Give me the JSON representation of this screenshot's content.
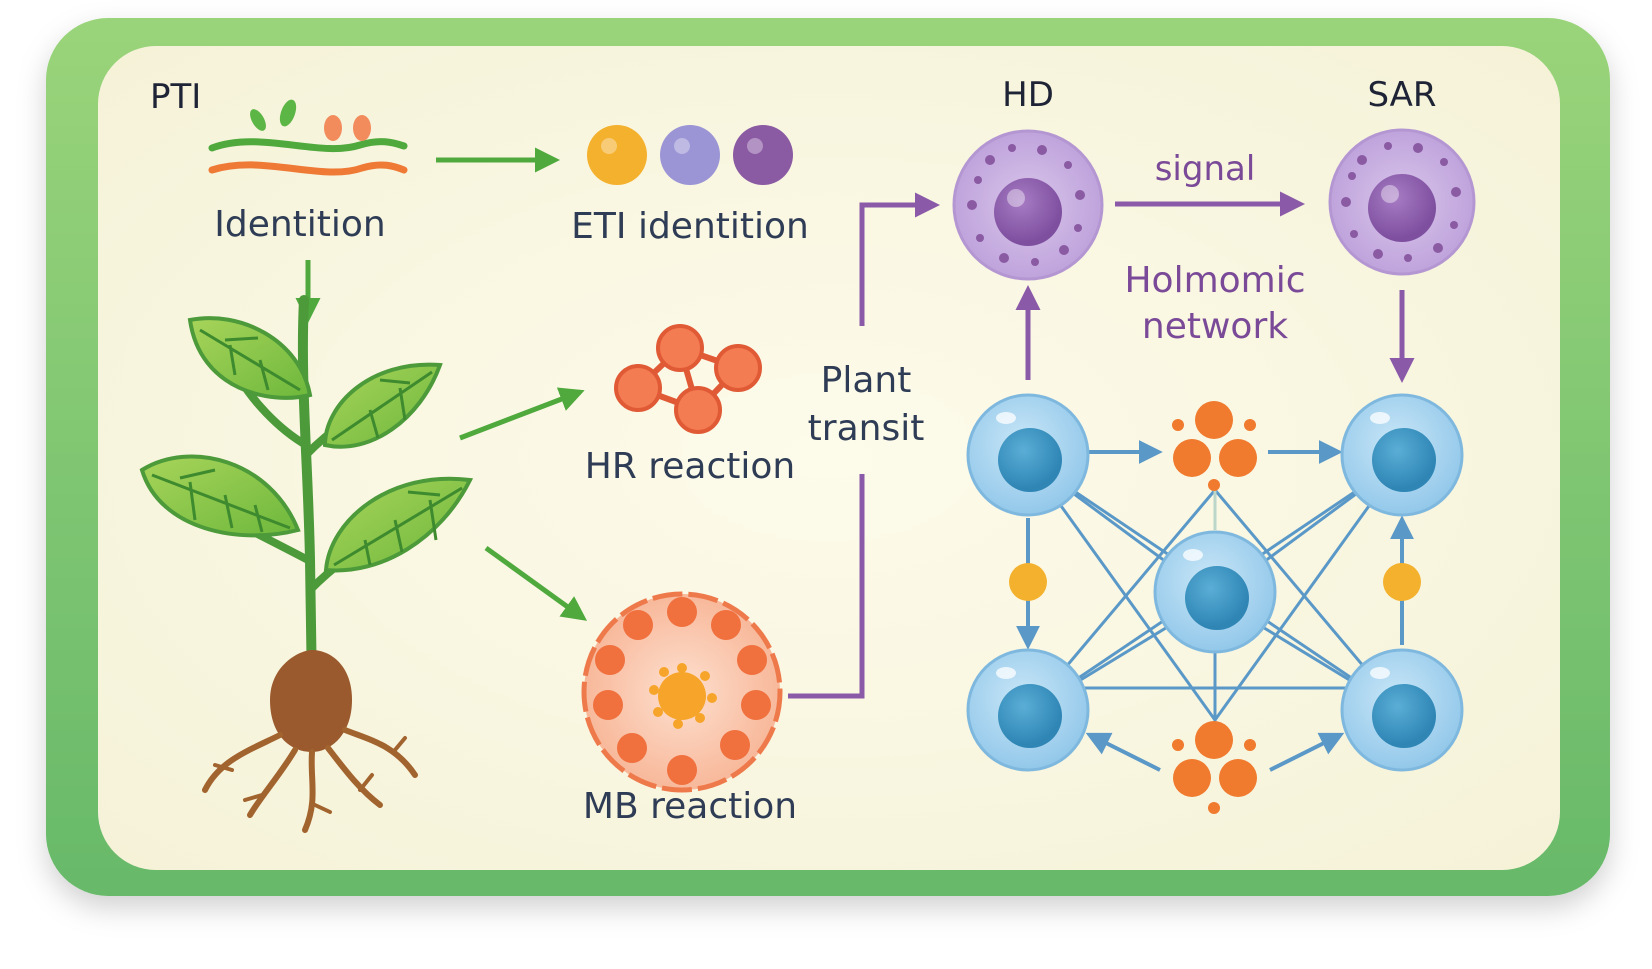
{
  "labels": {
    "pti": "PTI",
    "identition": "Identition",
    "eti_identition": "ETI identition",
    "hr_reaction": "HR reaction",
    "mb_reaction": "MB reaction",
    "plant_line1": "Plant",
    "plant_line2": "transit",
    "hd": "HD",
    "sar": "SAR",
    "signal": "signal",
    "holmomic_line1": "Holmomic",
    "holmomic_line2": "network"
  },
  "colors": {
    "frame_green": "#7ccb6a",
    "panel_cream": "#fbf8e4",
    "arrow_green": "#4fa93d",
    "arrow_purple": "#8a5aa8",
    "network_blue": "#5a98c8",
    "text_dark": "#2f3c55",
    "text_purple": "#7a4a98",
    "eti_dots": [
      "#f4b12e",
      "#9b95d6",
      "#8a5aa3"
    ]
  },
  "icons": [
    "pathogen-molecule-icon",
    "plant-seedling-icon",
    "molecule-network-icon",
    "cell-cluster-icon",
    "purple-cell-icon",
    "blue-cell-icon"
  ]
}
